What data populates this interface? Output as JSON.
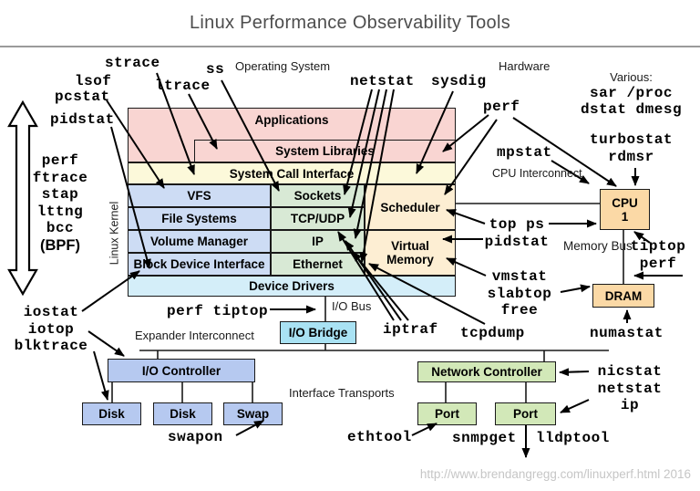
{
  "title": "Linux Performance Observability Tools",
  "footer_url": "http://www.brendangregg.com/linuxperf.html 2016",
  "section_labels": {
    "operating_system": "Operating System",
    "hardware": "Hardware",
    "various": "Various:",
    "cpu_interconnect": "CPU Interconnect",
    "memory_bus": "Memory Bus",
    "linux_kernel": "Linux Kernel",
    "io_bus": "I/O Bus",
    "expander_interconnect": "Expander Interconnect",
    "interface_transports": "Interface Transports"
  },
  "kernel_boxes": {
    "applications": "Applications",
    "system_libraries": "System Libraries",
    "system_call_interface": "System Call Interface",
    "vfs": "VFS",
    "sockets": "Sockets",
    "scheduler": "Scheduler",
    "file_systems": "File Systems",
    "tcp_udp": "TCP/UDP",
    "volume_manager": "Volume Manager",
    "ip": "IP",
    "virtual_memory": "Virtual Memory",
    "block_device_interface": "Block Device Interface",
    "ethernet": "Ethernet",
    "device_drivers": "Device Drivers"
  },
  "hardware_boxes": {
    "cpu": "CPU",
    "cpu_number": "1",
    "dram": "DRAM",
    "io_bridge": "I/O Bridge",
    "io_controller": "I/O Controller",
    "disk1": "Disk",
    "disk2": "Disk",
    "swap": "Swap",
    "network_controller": "Network Controller",
    "port1": "Port",
    "port2": "Port"
  },
  "tools": {
    "strace": "strace",
    "ss": "ss",
    "lsof": "lsof",
    "pcstat": "pcstat",
    "pidstat_top": "pidstat",
    "ltrace": "ltrace",
    "netstat_top": "netstat",
    "sysdig": "sysdig",
    "perf_top": "perf",
    "mpstat": "mpstat",
    "sar_proc": "sar /proc",
    "dstat_dmesg": "dstat dmesg",
    "turbostat": "turbostat",
    "rdmsr": "rdmsr",
    "perf_stack": "perf",
    "ftrace": "ftrace",
    "stap": "stap",
    "lttng": "lttng",
    "bcc": "bcc",
    "bpf": "(BPF)",
    "top_ps": "top ps",
    "pidstat_right": "pidstat",
    "tiptop": "tiptop",
    "perf_right": "perf",
    "vmstat": "vmstat",
    "slabtop": "slabtop",
    "free": "free",
    "tcpdump": "tcpdump",
    "numastat": "numastat",
    "iostat": "iostat",
    "iotop": "iotop",
    "blktrace": "blktrace",
    "perf_tiptop": "perf tiptop",
    "iptraf": "iptraf",
    "swapon": "swapon",
    "ethtool": "ethtool",
    "snmpget": "snmpget",
    "lldptool": "lldptool",
    "nicstat": "nicstat",
    "netstat_right": "netstat",
    "ip_tool": "ip"
  },
  "colors": {
    "app_pink": "#f9d5d2",
    "syscall_yellow": "#fcf9da",
    "storage_blue": "#cddcf4",
    "network_green": "#d8e9d5",
    "sched_tan": "#fdeed3",
    "drivers_cyan": "#d4eef9",
    "cpu_orange": "#fbd9a6",
    "bridge_cyan": "#a9e2f3",
    "controller_blue": "#b6c9f0",
    "nic_green": "#d2e8b8",
    "title_gray": "#4d4d4d",
    "url_gray": "#c6c6c6"
  }
}
